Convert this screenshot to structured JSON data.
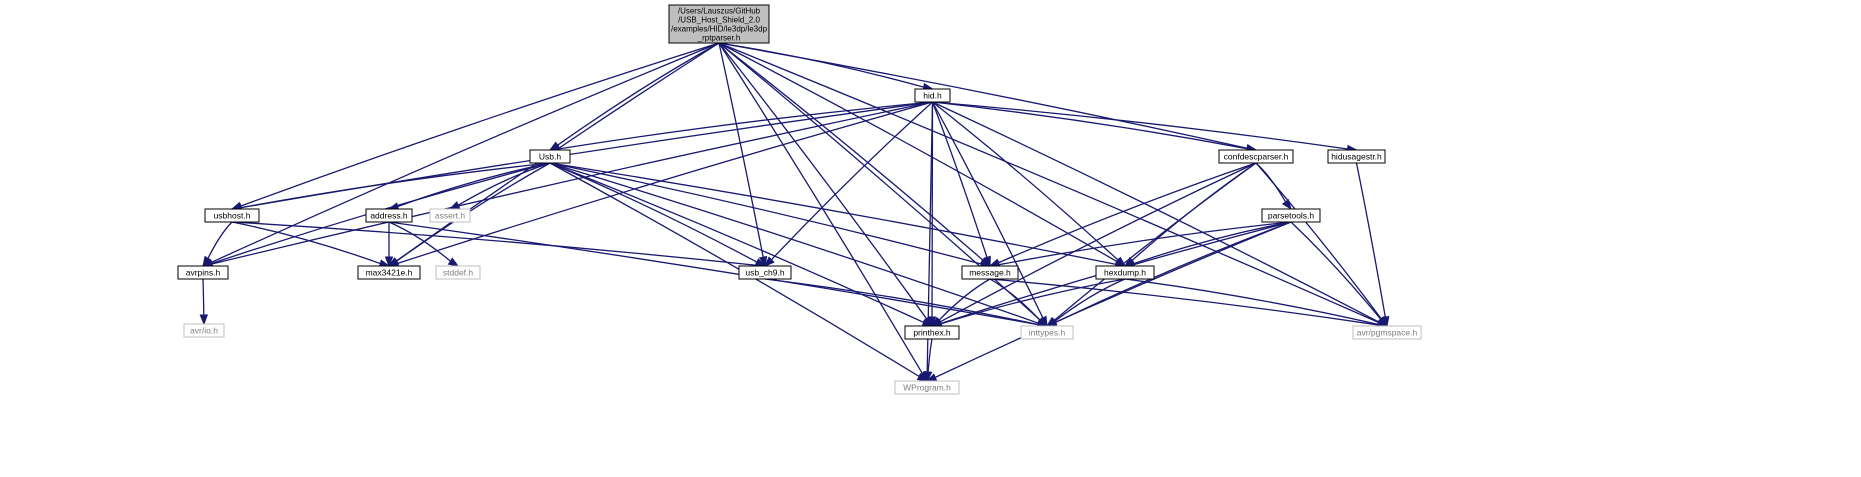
{
  "colors": {
    "edge": "#191970",
    "root_fill": "#bfbfbf",
    "root_stroke": "#000000",
    "header_stroke": "#000000",
    "system_stroke": "#bfbfbf",
    "system_text": "#7f7f7f"
  },
  "nodes": [
    {
      "id": "root",
      "lines": [
        "/Users/Lauszus/GitHub",
        "/USB_Host_Shield_2.0",
        "/examples/HID/le3dp/le3dp",
        "_rptparser.h"
      ],
      "kind": "root"
    },
    {
      "id": "hid",
      "lines": [
        "hid.h"
      ],
      "kind": "header"
    },
    {
      "id": "usb",
      "lines": [
        "Usb.h"
      ],
      "kind": "header"
    },
    {
      "id": "confdescparser",
      "lines": [
        "confdescparser.h"
      ],
      "kind": "header"
    },
    {
      "id": "hidusagestr",
      "lines": [
        "hidusagestr.h"
      ],
      "kind": "header"
    },
    {
      "id": "usbhost",
      "lines": [
        "usbhost.h"
      ],
      "kind": "header"
    },
    {
      "id": "address",
      "lines": [
        "address.h"
      ],
      "kind": "header"
    },
    {
      "id": "assert",
      "lines": [
        "assert.h"
      ],
      "kind": "system"
    },
    {
      "id": "parsetools",
      "lines": [
        "parsetools.h"
      ],
      "kind": "header"
    },
    {
      "id": "avrpins",
      "lines": [
        "avrpins.h"
      ],
      "kind": "header"
    },
    {
      "id": "max3421e",
      "lines": [
        "max3421e.h"
      ],
      "kind": "header"
    },
    {
      "id": "stddef",
      "lines": [
        "stddef.h"
      ],
      "kind": "system"
    },
    {
      "id": "usb_ch9",
      "lines": [
        "usb_ch9.h"
      ],
      "kind": "header"
    },
    {
      "id": "message",
      "lines": [
        "message.h"
      ],
      "kind": "header"
    },
    {
      "id": "hexdump",
      "lines": [
        "hexdump.h"
      ],
      "kind": "header"
    },
    {
      "id": "avrio",
      "lines": [
        "avr/io.h"
      ],
      "kind": "system"
    },
    {
      "id": "printhex",
      "lines": [
        "printhex.h"
      ],
      "kind": "header"
    },
    {
      "id": "inttypes",
      "lines": [
        "inttypes.h"
      ],
      "kind": "system"
    },
    {
      "id": "avrpgmspace",
      "lines": [
        "avr/pgmspace.h"
      ],
      "kind": "system"
    },
    {
      "id": "wprogram",
      "lines": [
        "WProgram.h"
      ],
      "kind": "system"
    }
  ],
  "edges": [
    [
      "root",
      "hid"
    ],
    [
      "root",
      "usb"
    ],
    [
      "root",
      "usbhost"
    ],
    [
      "root",
      "avrpins"
    ],
    [
      "root",
      "max3421e"
    ],
    [
      "root",
      "usb_ch9"
    ],
    [
      "root",
      "message"
    ],
    [
      "root",
      "hexdump"
    ],
    [
      "root",
      "confdescparser"
    ],
    [
      "root",
      "inttypes"
    ],
    [
      "root",
      "avrpgmspace"
    ],
    [
      "root",
      "printhex"
    ],
    [
      "root",
      "wprogram"
    ],
    [
      "hid",
      "usb"
    ],
    [
      "hid",
      "usbhost"
    ],
    [
      "hid",
      "avrpins"
    ],
    [
      "hid",
      "max3421e"
    ],
    [
      "hid",
      "usb_ch9"
    ],
    [
      "hid",
      "message"
    ],
    [
      "hid",
      "hexdump"
    ],
    [
      "hid",
      "confdescparser"
    ],
    [
      "hid",
      "hidusagestr"
    ],
    [
      "hid",
      "printhex"
    ],
    [
      "hid",
      "inttypes"
    ],
    [
      "hid",
      "avrpgmspace"
    ],
    [
      "hid",
      "wprogram"
    ],
    [
      "usb",
      "usbhost"
    ],
    [
      "usb",
      "address"
    ],
    [
      "usb",
      "assert"
    ],
    [
      "usb",
      "avrpins"
    ],
    [
      "usb",
      "max3421e"
    ],
    [
      "usb",
      "usb_ch9"
    ],
    [
      "usb",
      "message"
    ],
    [
      "usb",
      "hexdump"
    ],
    [
      "usb",
      "printhex"
    ],
    [
      "usb",
      "inttypes"
    ],
    [
      "usb",
      "wprogram"
    ],
    [
      "usbhost",
      "avrpins"
    ],
    [
      "usbhost",
      "max3421e"
    ],
    [
      "usbhost",
      "usb_ch9"
    ],
    [
      "address",
      "max3421e"
    ],
    [
      "address",
      "stddef"
    ],
    [
      "address",
      "inttypes"
    ],
    [
      "avrpins",
      "avrio"
    ],
    [
      "usb_ch9",
      "inttypes"
    ],
    [
      "confdescparser",
      "parsetools"
    ],
    [
      "confdescparser",
      "message"
    ],
    [
      "confdescparser",
      "hexdump"
    ],
    [
      "confdescparser",
      "printhex"
    ],
    [
      "confdescparser",
      "inttypes"
    ],
    [
      "confdescparser",
      "avrpgmspace"
    ],
    [
      "hidusagestr",
      "avrpgmspace"
    ],
    [
      "parsetools",
      "message"
    ],
    [
      "parsetools",
      "hexdump"
    ],
    [
      "parsetools",
      "printhex"
    ],
    [
      "parsetools",
      "inttypes"
    ],
    [
      "parsetools",
      "avrpgmspace"
    ],
    [
      "parsetools",
      "wprogram"
    ],
    [
      "message",
      "printhex"
    ],
    [
      "message",
      "inttypes"
    ],
    [
      "message",
      "avrpgmspace"
    ],
    [
      "hexdump",
      "printhex"
    ],
    [
      "hexdump",
      "inttypes"
    ],
    [
      "hexdump",
      "avrpgmspace"
    ],
    [
      "printhex",
      "wprogram"
    ]
  ]
}
